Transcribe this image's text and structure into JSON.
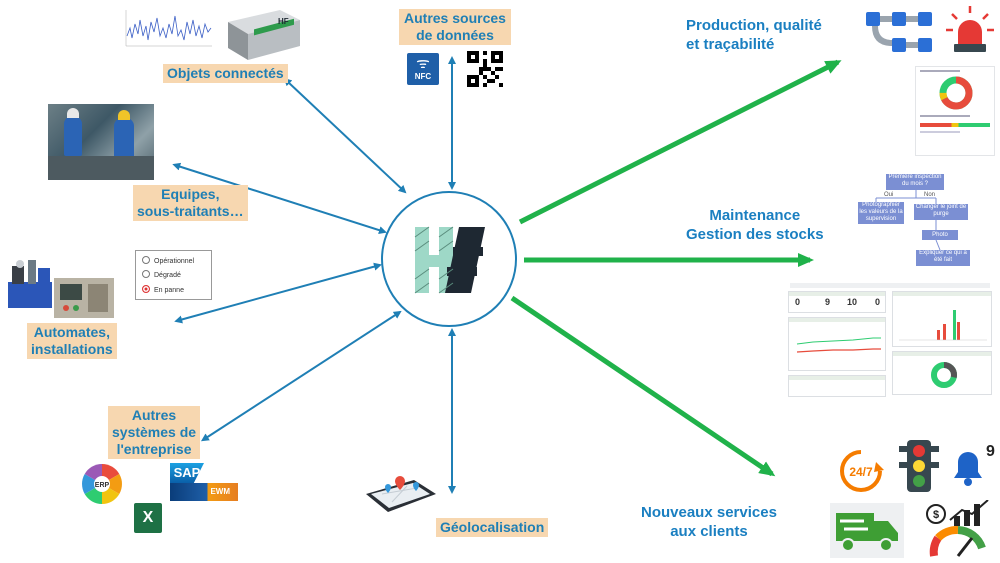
{
  "hub": {
    "logo_name": "hf-logo"
  },
  "labels": {
    "objets": "Objets connectés",
    "autres_sources_1": "Autres sources",
    "autres_sources_2": "de données",
    "equipes_1": "Equipes,",
    "equipes_2": "sous-traitants…",
    "automates_1": "Automates,",
    "automates_2": "installations",
    "autres_sys_1": "Autres",
    "autres_sys_2": "systèmes de",
    "autres_sys_3": "l'entreprise",
    "geoloc": "Géolocalisation",
    "production_1": "Production, qualité",
    "production_2": "et traçabilité",
    "maintenance_1": "Maintenance",
    "maintenance_2": "Gestion des stocks",
    "services_1": "Nouveaux services",
    "services_2": "aux clients"
  },
  "status_options": [
    "Opérationnel",
    "Dégradé",
    "En panne"
  ],
  "status_selected": "En panne",
  "badges": {
    "nfc": "NFC",
    "erp": "ERP",
    "sap": "SAP",
    "ewm": "EWM",
    "excel": "X",
    "h247": "24/7",
    "bell_count": "9"
  },
  "flow": {
    "q1": "Première inspection du mois ?",
    "yes": "Oui",
    "no": "Non",
    "a1": "Photographier les valeurs de la supervision",
    "a2": "Changer le joint de purge",
    "a3": "Photo",
    "a4": "Expliquer ce qui a été fait"
  },
  "dashboard": {
    "kpis": [
      "0",
      "9",
      "10",
      "0"
    ]
  },
  "colors": {
    "blue_arrow": "#1f7fb5",
    "green_arrow": "#20b24a",
    "label_bg": "#f7d7b0",
    "label_text": "#1f7fb5"
  }
}
